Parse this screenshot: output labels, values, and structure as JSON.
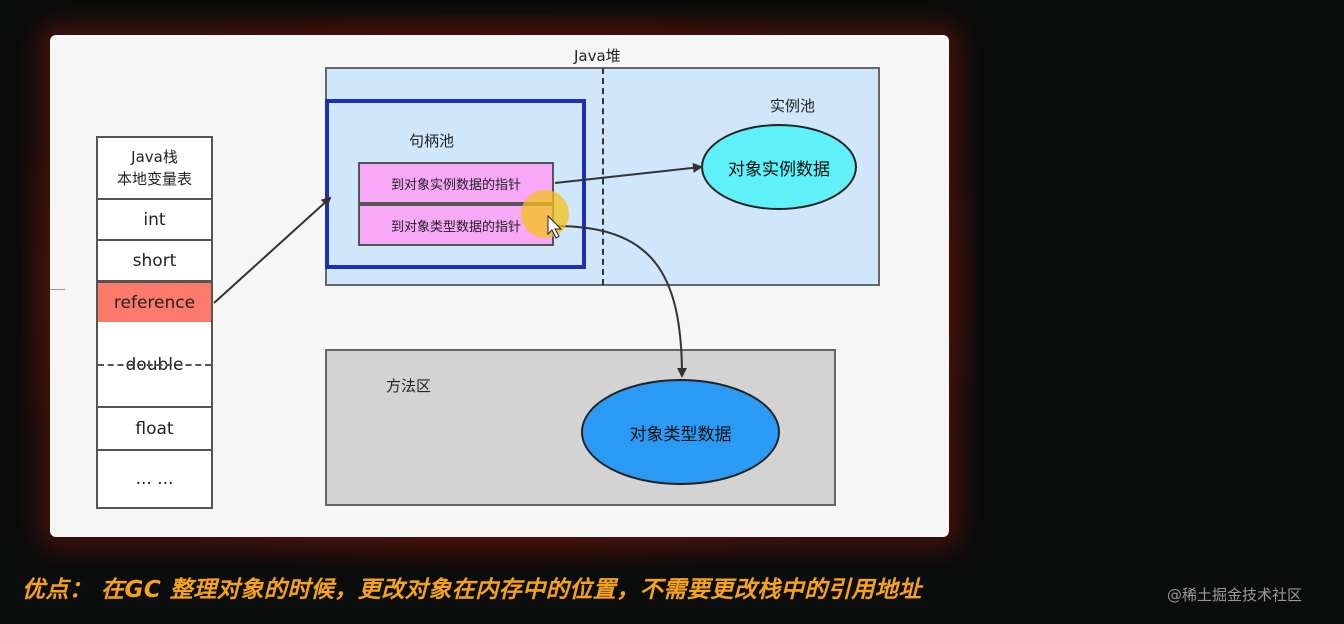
{
  "diagram": {
    "heap_label": "Java堆",
    "instance_pool_label": "实例池",
    "handle_pool_label": "句柄池",
    "method_area_label": "方法区",
    "stack": {
      "header": "Java栈\n本地变量表",
      "cells": [
        "int",
        "short",
        "reference",
        "double",
        "float",
        "... ..."
      ]
    },
    "handles": {
      "instance_ptr": "到对象实例数据的指针",
      "type_ptr": "到对象类型数据的指针"
    },
    "instance_data": "对象实例数据",
    "type_data": "对象类型数据"
  },
  "caption": "优点： 在GC 整理对象的时候，更改对象在内存中的位置，不需要更改栈中的引用地址",
  "watermark": "@稀土掘金技术社区",
  "colors": {
    "heap_fill": "#cfe6fb",
    "handle_border": "#1c2fb5",
    "pointer_fill": "#f7a8f7",
    "reference_fill": "#fb7a6b",
    "instance_ellipse": "#5ff0f8",
    "type_ellipse": "#2b9af5",
    "method_area_fill": "#d3d3d3",
    "caption_color": "#f6a21a"
  }
}
